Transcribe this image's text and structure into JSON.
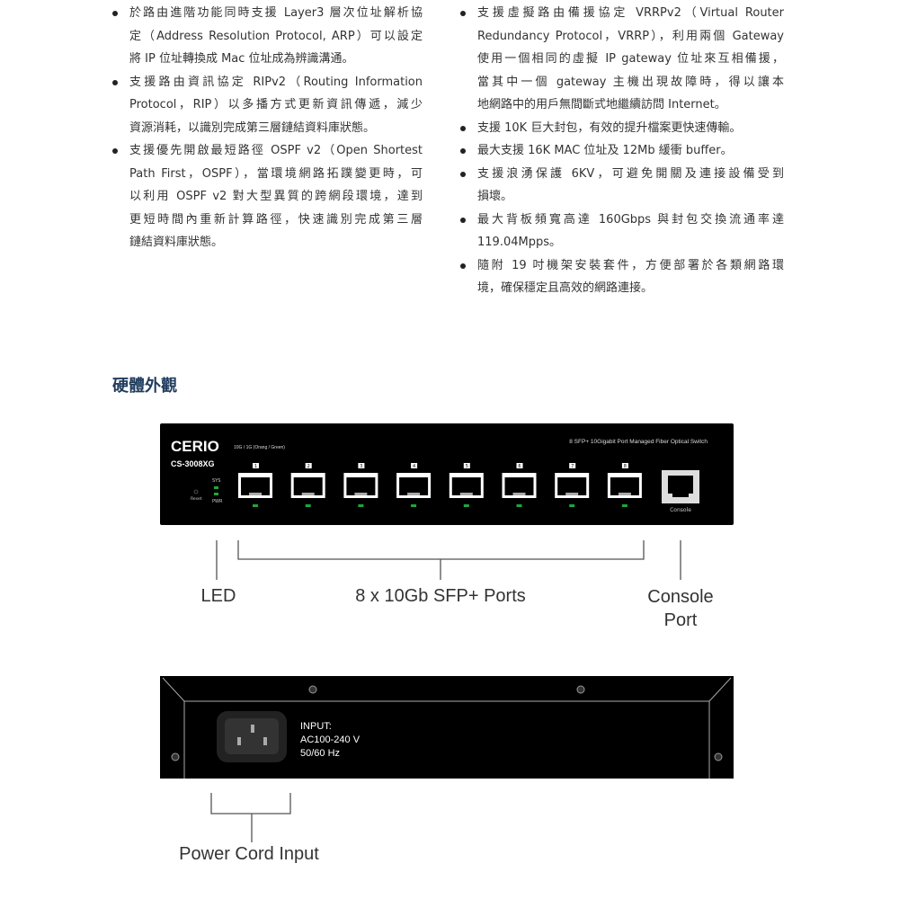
{
  "features_left": [
    {
      "lines": [
        "於路由進階功能同時支援 Layer3 層次位址解析協",
        "定（Address Resolution Protocol, ARP）可以設定",
        "將 IP 位址轉換成 Mac 位址成為辨識溝通。"
      ]
    },
    {
      "lines": [
        "支援路由資訊協定 RIPv2（Routing Information",
        "Protocol，RIP）以多播方式更新資訊傳遞，減少",
        "資源消耗，以識別完成第三層鏈結資料庫狀態。"
      ]
    },
    {
      "lines": [
        "支援優先開啟最短路徑 OSPF v2（Open Shortest",
        "Path First，OSPF），當環境網路拓蹼變更時，可",
        "以利用 OSPF v2 對大型異質的跨網段環境，達到",
        "更短時間內重新計算路徑，快速識別完成第三層",
        "鏈結資料庫狀態。"
      ]
    }
  ],
  "features_right": [
    {
      "lines": [
        "支援虛擬路由備援協定 VRRPv2（Virtual Router",
        "Redundancy Protocol，VRRP），利用兩個 Gateway",
        "使用一個相同的虛擬 IP gateway 位址來互相備援，",
        "當其中一個 gateway 主機出現故障時，得以讓本",
        "地網路中的用戶無間斷式地繼續訪問 Internet。"
      ]
    },
    {
      "lines": [
        "支援 10K 巨大封包，有效的提升檔案更快速傳輸。"
      ]
    },
    {
      "lines": [
        "最大支援 16K MAC 位址及 12Mb 緩衝 buffer。"
      ]
    },
    {
      "lines": [
        "支援浪湧保護 6KV，可避免開關及連接設備受到",
        "損壞。"
      ]
    },
    {
      "lines": [
        "最大背板頻寬高達 160Gbps 與封包交換流通率達",
        "119.04Mpps。"
      ]
    },
    {
      "lines": [
        "隨附 19 吋機架安裝套件，方便部署於各類網路環",
        "境，確保穩定且高效的網路連接。"
      ]
    }
  ],
  "section_title": "硬體外觀",
  "front_panel": {
    "brand": "CERIO",
    "model": "CS-3008XG",
    "speed_legend": "10G / 1G (Orang / Green)",
    "description": "8 SFP+ 10Gigabit Port Managed Fiber Optical Switch",
    "sys": "SYS",
    "pwr": "PWR",
    "reset": "Reset",
    "ports": [
      "1",
      "2",
      "3",
      "4",
      "5",
      "6",
      "7",
      "8"
    ],
    "console": "Console"
  },
  "callouts": {
    "led": "LED",
    "sfp": "8 x 10Gb SFP+ Ports",
    "console_1": "Console",
    "console_2": "Port",
    "power": "Power Cord Input"
  },
  "rear_panel": {
    "input_1": "INPUT:",
    "input_2": "AC100-240 V",
    "input_3": "50/60 Hz"
  },
  "colors": {
    "heading": "#1f3b5c",
    "led_green": "#1fa83a"
  }
}
